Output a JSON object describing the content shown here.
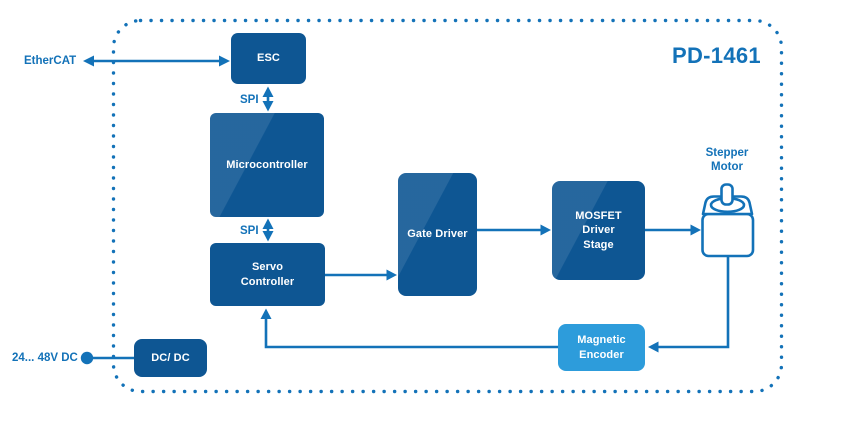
{
  "diagram": {
    "title": "PD-1461"
  },
  "blocks": {
    "esc": {
      "label": "ESC"
    },
    "microcontroller": {
      "label": "Microcontroller"
    },
    "servo_controller": {
      "label": "Servo Controller"
    },
    "gate_driver": {
      "label": "Gate Driver"
    },
    "mosfet_driver_stage": {
      "label": "MOSFET Driver Stage"
    },
    "magnetic_encoder": {
      "label": "Magnetic Encoder"
    },
    "dc_dc": {
      "label": "DC/ DC"
    },
    "stepper_motor": {
      "label": "Stepper Motor"
    }
  },
  "labels": {
    "ethercat": "EtherCAT",
    "spi_esc_mcu": "SPI",
    "spi_mcu_servo": "SPI",
    "dc_input": "24... 48V DC"
  },
  "colors": {
    "block_dark_blue": "#0E5693",
    "block_light_blue": "#2D9CDB",
    "line_blue": "#1372B8",
    "text_on_block": "#FFFFFF"
  }
}
